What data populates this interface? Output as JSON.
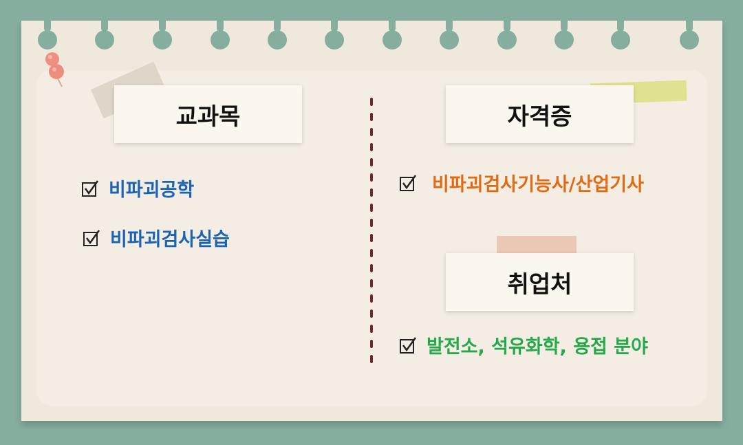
{
  "sections": {
    "courses": {
      "title": "교과목",
      "items": [
        "비파괴공학",
        "비파괴검사실습"
      ]
    },
    "certifications": {
      "title": "자격증",
      "items": [
        "비파괴검사기능사/산업기사"
      ]
    },
    "careers": {
      "title": "취업처",
      "items": [
        "발전소, 석유화학, 용접 분야"
      ]
    }
  },
  "colors": {
    "background": "#86ae9f",
    "paper": "#efe8dc",
    "courses_text": "#1a64b3",
    "certifications_text": "#e06b12",
    "careers_text": "#23a84a"
  },
  "icons": [
    "binder-ring-icon",
    "pushpin-icon",
    "checkbox-checked-icon",
    "masking-tape"
  ]
}
